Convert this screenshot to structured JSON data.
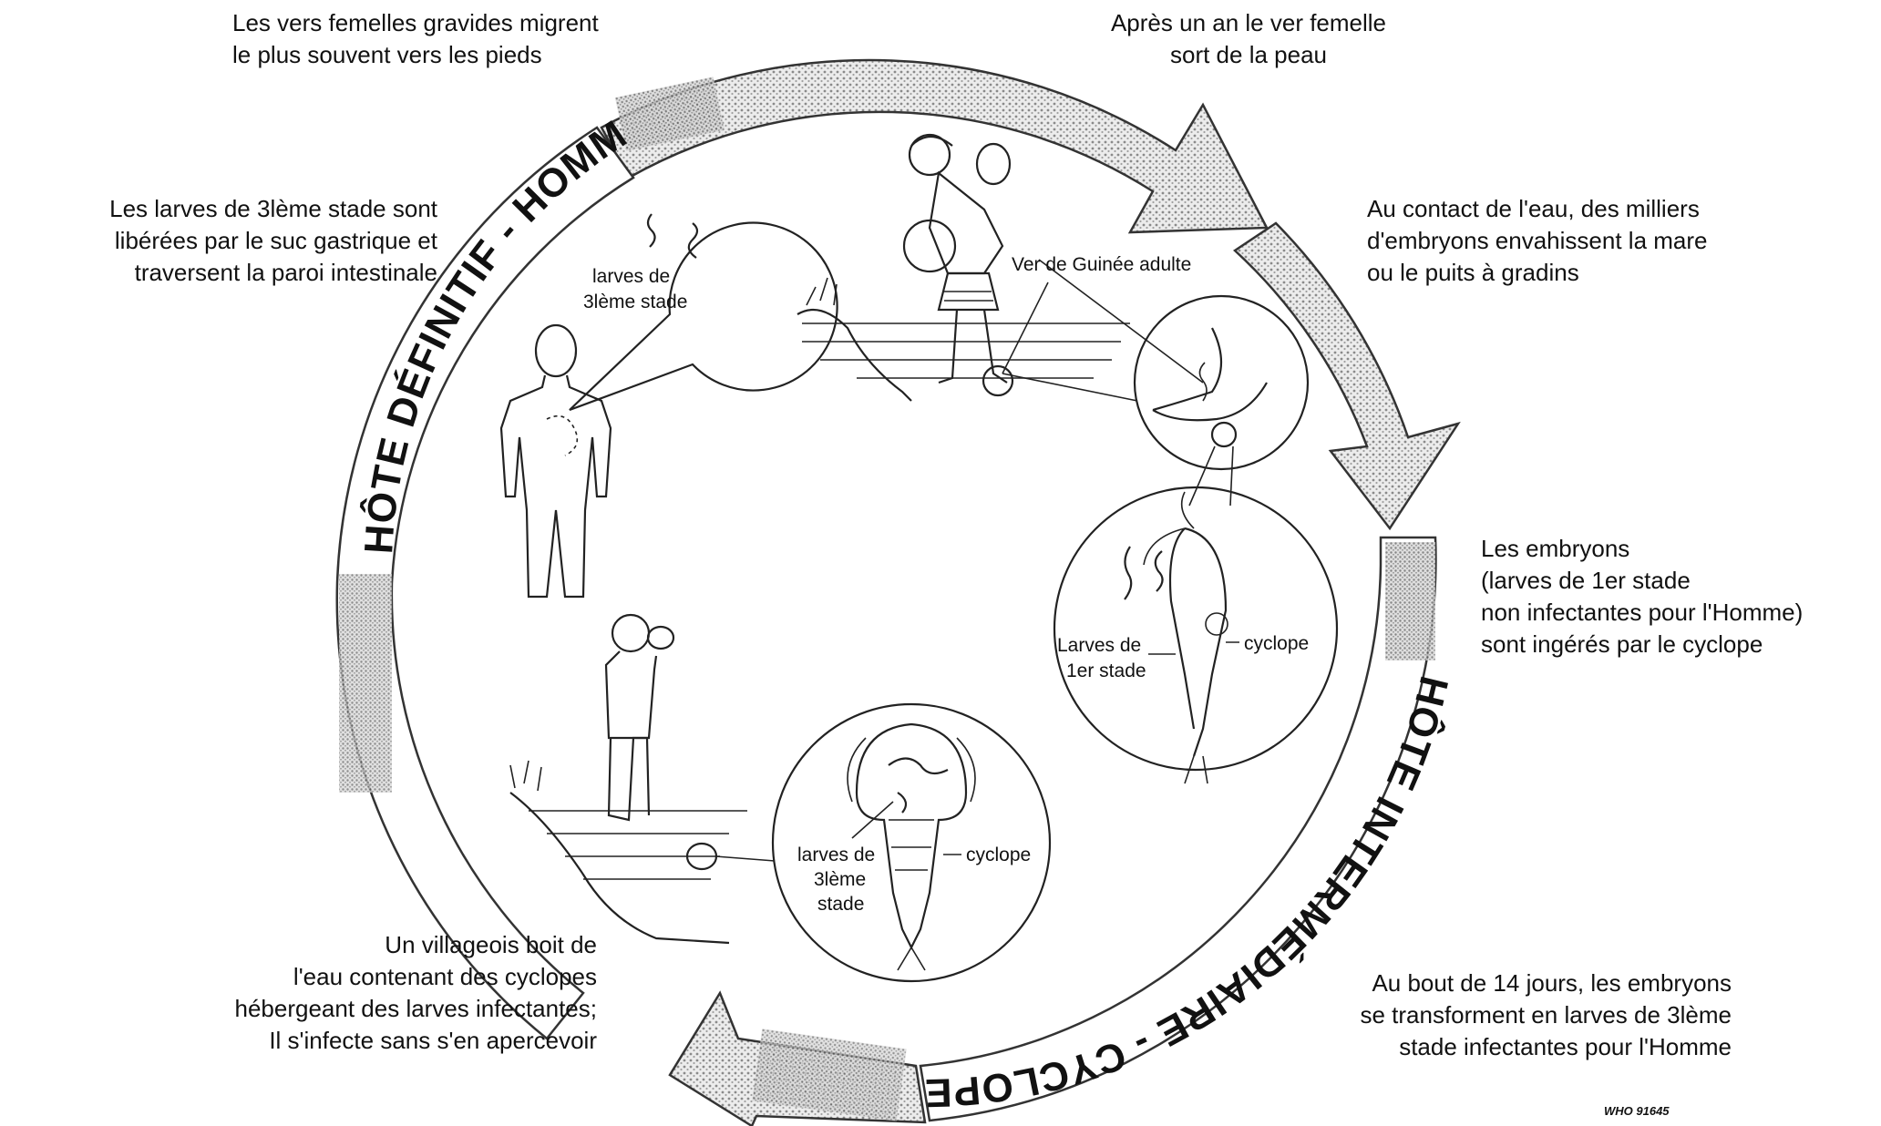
{
  "captions": {
    "migrate": "Les vers femelles gravides migrent\nle plus souvent vers les pieds",
    "emerge": "Après un an le ver femelle\nsort de la peau",
    "water_contact": "Au contact de l'eau, des milliers\nd'embryons envahissent la mare\nou le puits à gradins",
    "ingested": "Les embryons\n(larves de 1er stade\nnon infectantes pour l'Homme)\nsont ingérés par le cyclope",
    "transform": "Au bout de 14 jours, les embryons\nse transforment en larves de 3lème\nstade infectantes pour l'Homme",
    "villager": "Un villageois boit de\nl'eau contenant des cyclopes\nhébergeant des larves infectantes;\nIl s'infecte sans s'en apercevoir",
    "released": "Les larves de 3lème stade sont\nlibérées par le suc gastrique et\ntraversent la paroi intestinale"
  },
  "bands": {
    "host_definitive": "HÔTE DÉFINITIF - HOMME",
    "host_intermediate": "HÔTE INTERMÉDIAIRE - CYCLOPE"
  },
  "labels": {
    "adult_worm": "Ver de Guinée adulte",
    "bubble_larvae_l1": "larves de",
    "bubble_larvae_l2": "3lème stade",
    "first_stage_l1": "Larves de",
    "first_stage_l2": "1er stade",
    "cyclops_top": "cyclope",
    "third_l1": "larves de",
    "third_l2": "3lème",
    "third_l3": "stade",
    "cyclops_bottom": "cyclope"
  },
  "reference": "WHO 91645"
}
